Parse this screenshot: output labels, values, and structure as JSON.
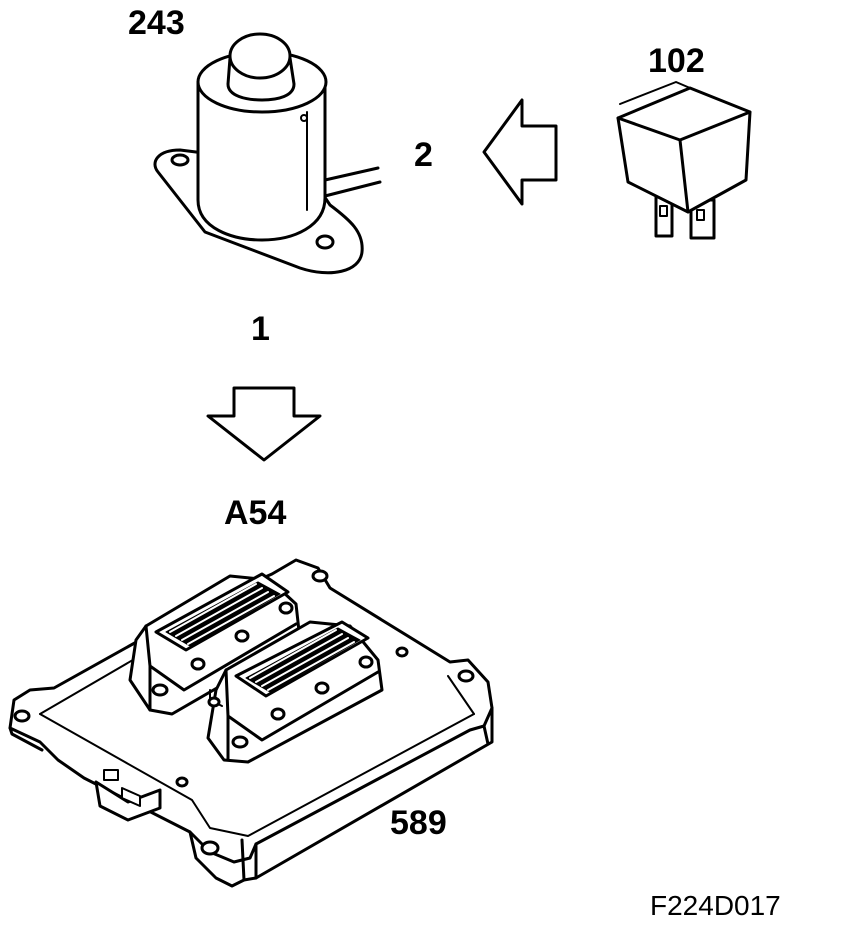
{
  "labels": {
    "solenoid_id": "243",
    "relay_id": "102",
    "arrow_right_num": "2",
    "arrow_down_num": "1",
    "ecu_ref": "A54",
    "ecu_id": "589"
  },
  "figure_ref": "F224D017",
  "colors": {
    "ink": "#000000",
    "paper": "#ffffff"
  }
}
